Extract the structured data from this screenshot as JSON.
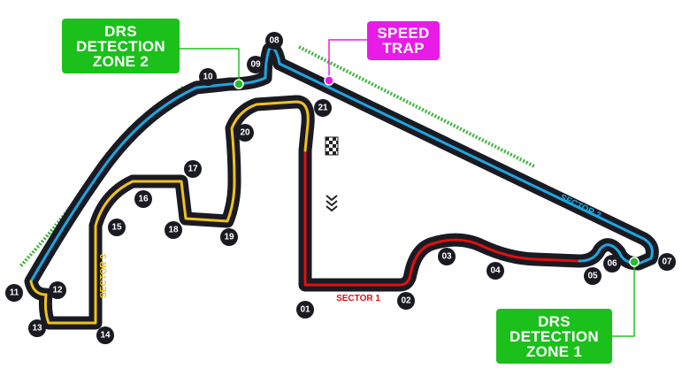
{
  "callouts": {
    "drs_zone_2": "DRS\nDETECTION\nZONE 2",
    "speed_trap": "SPEED\nTRAP",
    "drs_zone_1": "DRS\nDETECTION\nZONE 1"
  },
  "sectors": {
    "s1": {
      "label": "SECTOR 1",
      "color": "#e01010"
    },
    "s2": {
      "label": "SECTOR 2",
      "color": "#1ea6e0"
    },
    "s3": {
      "label": "SECTOR 3",
      "color": "#f2c21a"
    }
  },
  "colors": {
    "track": "#1a1a22",
    "drs_zone": "#3bb53b",
    "marker_green": "#22c022",
    "marker_pink": "#e81be8",
    "turn_badge": "#1a1a22"
  },
  "turns": [
    "01",
    "02",
    "03",
    "04",
    "05",
    "06",
    "07",
    "08",
    "09",
    "10",
    "11",
    "12",
    "13",
    "14",
    "15",
    "16",
    "17",
    "18",
    "19",
    "20",
    "21"
  ],
  "icons": {
    "finish": "checkered-flag-icon",
    "direction": "direction-chevrons-icon"
  }
}
